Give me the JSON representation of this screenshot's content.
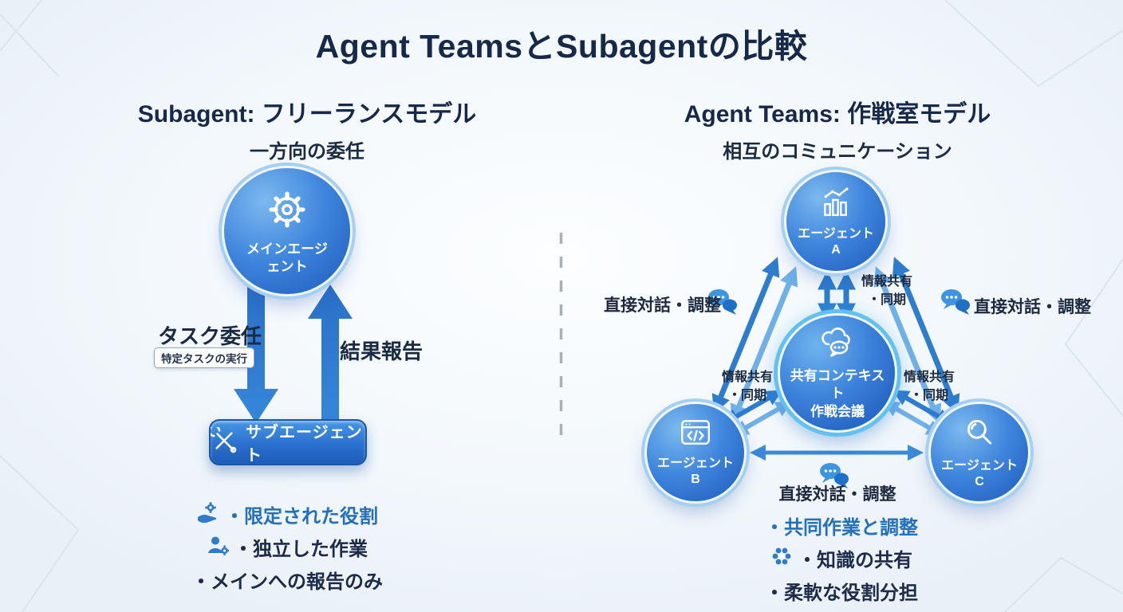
{
  "title": "Agent TeamsとSubagentの比較",
  "left_panel": {
    "heading": "Subagent: フリーランスモデル",
    "subheading": "一方向の委任",
    "main_agent_label": "メインエージェント",
    "delegate_label": "タスク委任",
    "delegate_note": "特定タスクの実行",
    "report_label": "結果報告",
    "subagent_label": "サブエージェント",
    "bullets": [
      {
        "text": "・限定された役割"
      },
      {
        "text": "・独立した作業"
      },
      {
        "text": "・メインへの報告のみ"
      }
    ]
  },
  "right_panel": {
    "heading": "Agent Teams: 作戦室モデル",
    "subheading": "相互のコミュニケーション",
    "agents": [
      {
        "name": "エージェント",
        "letter": "A"
      },
      {
        "name": "エージェント",
        "letter": "B"
      },
      {
        "name": "エージェント",
        "letter": "C"
      }
    ],
    "hub": {
      "line1": "共有コンテキスト",
      "line2": "作戦会議"
    },
    "direct_labels": {
      "left": "直接対話・調整",
      "right": "直接対話・調整",
      "bottom": "直接対話・調整"
    },
    "sync_labels": {
      "top": {
        "line1": "情報共有",
        "line2": "・同期"
      },
      "left": {
        "line1": "情報共有",
        "line2": "・同期"
      },
      "right": {
        "line1": "情報共有",
        "line2": "・同期"
      }
    },
    "bullets": [
      {
        "text": "・共同作業と調整"
      },
      {
        "text": "・知識の共有"
      },
      {
        "text": "・柔軟な役割分担"
      }
    ]
  },
  "icons": {
    "main_agent": "gear-icon",
    "subagent": "tools-icon",
    "agent_a": "chart-icon",
    "agent_b": "code-window-icon",
    "agent_c": "magnifier-icon",
    "hub": "cloud-chat-icon",
    "direct_dialog": "chat-bubbles-icon",
    "left_bullet_1": "hand-gear-icon",
    "left_bullet_2": "person-gear-icon",
    "right_bullet_2": "network-icon"
  },
  "colors": {
    "title_text": "#16294a",
    "accent_text": "#2470bd",
    "arrow_dark": "#2d7ccf",
    "arrow_light": "#6fb0e8",
    "node_deep": "#1c5abb",
    "hub_ring": "#63c0ef"
  }
}
